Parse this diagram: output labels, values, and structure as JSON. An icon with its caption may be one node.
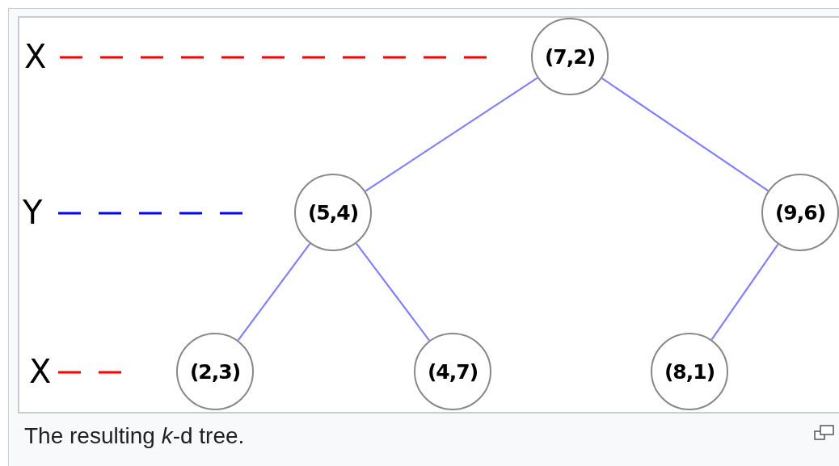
{
  "diagram": {
    "caption": "The resulting *k*-d tree.",
    "nodes": [
      {
        "text": [
          "(7,2)"
        ]
      },
      {
        "text": [
          "(5,4)"
        ]
      },
      {
        "text": [
          "(9,6)"
        ]
      },
      {
        "text": [
          "(2,3)"
        ]
      },
      {
        "text": [
          "(4,7)"
        ]
      },
      {
        "text": [
          "(8,1)"
        ]
      }
    ],
    "edges": [
      {
        "from": 0,
        "to": 1,
        "arrow": "none"
      },
      {
        "from": 0,
        "to": 2,
        "arrow": "none"
      },
      {
        "from": 1,
        "to": 3,
        "arrow": "none"
      },
      {
        "from": 1,
        "to": 4,
        "arrow": "none"
      },
      {
        "from": 2,
        "to": 5,
        "arrow": "none"
      }
    ],
    "labels": [
      "X",
      "Y",
      "X"
    ]
  }
}
